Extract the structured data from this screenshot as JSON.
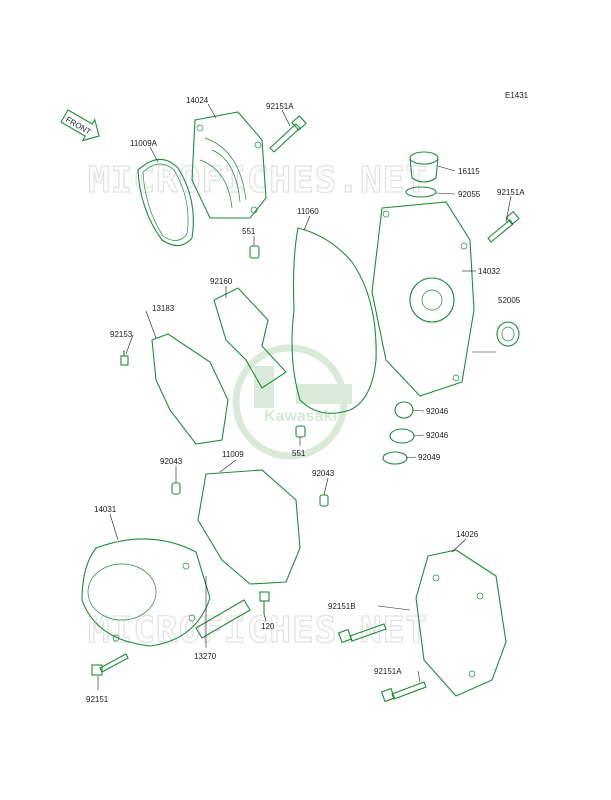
{
  "diagram": {
    "code": "E1431",
    "front_label": "FRONT",
    "watermark": "MICROFICHES.NET",
    "logo_text": "Kawasaki",
    "colors": {
      "line": "#1f8a3a",
      "label": "#1a1a1a",
      "watermark": "#e1e1e1"
    }
  },
  "parts": [
    {
      "id": "14024"
    },
    {
      "id": "92151A"
    },
    {
      "id": "11009A"
    },
    {
      "id": "16115"
    },
    {
      "id": "92055"
    },
    {
      "id": "92151A"
    },
    {
      "id": "11060"
    },
    {
      "id": "551"
    },
    {
      "id": "14032"
    },
    {
      "id": "92160"
    },
    {
      "id": "52005"
    },
    {
      "id": "13183"
    },
    {
      "id": "92153"
    },
    {
      "id": "92046"
    },
    {
      "id": "92046"
    },
    {
      "id": "551"
    },
    {
      "id": "92049"
    },
    {
      "id": "92043"
    },
    {
      "id": "11009"
    },
    {
      "id": "92043"
    },
    {
      "id": "14031"
    },
    {
      "id": "14026"
    },
    {
      "id": "92151B"
    },
    {
      "id": "120"
    },
    {
      "id": "13270"
    },
    {
      "id": "92151A"
    },
    {
      "id": "92151"
    }
  ]
}
